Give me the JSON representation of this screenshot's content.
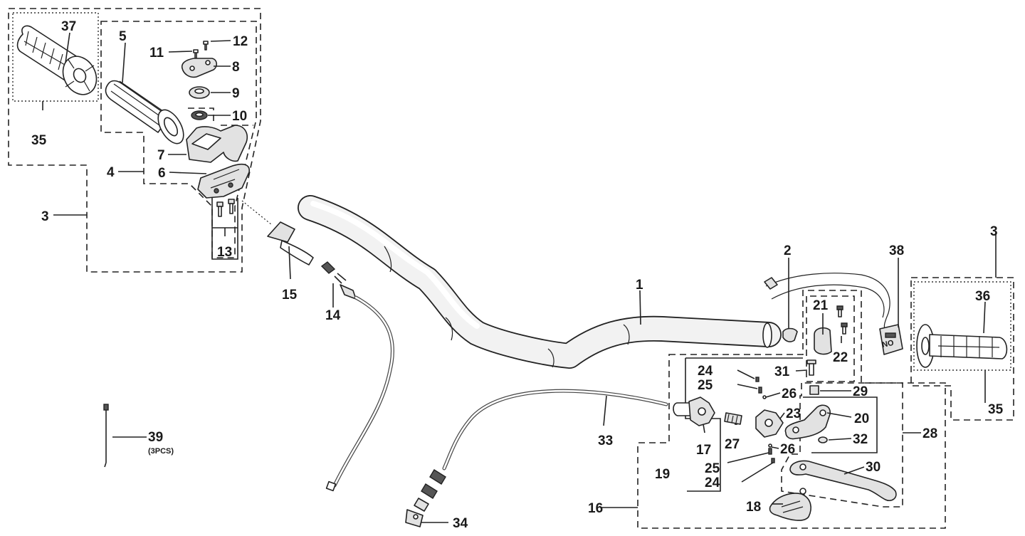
{
  "callouts": [
    {
      "key": "1",
      "text": "1"
    },
    {
      "key": "2",
      "text": "2"
    },
    {
      "key": "3a",
      "text": "3"
    },
    {
      "key": "3b",
      "text": "3"
    },
    {
      "key": "4",
      "text": "4"
    },
    {
      "key": "5",
      "text": "5"
    },
    {
      "key": "6",
      "text": "6"
    },
    {
      "key": "7",
      "text": "7"
    },
    {
      "key": "8",
      "text": "8"
    },
    {
      "key": "9",
      "text": "9"
    },
    {
      "key": "10",
      "text": "10"
    },
    {
      "key": "11",
      "text": "11"
    },
    {
      "key": "12",
      "text": "12"
    },
    {
      "key": "13",
      "text": "13"
    },
    {
      "key": "14",
      "text": "14"
    },
    {
      "key": "15",
      "text": "15"
    },
    {
      "key": "16",
      "text": "16"
    },
    {
      "key": "17",
      "text": "17"
    },
    {
      "key": "18",
      "text": "18"
    },
    {
      "key": "19",
      "text": "19"
    },
    {
      "key": "20",
      "text": "20"
    },
    {
      "key": "21",
      "text": "21"
    },
    {
      "key": "22",
      "text": "22"
    },
    {
      "key": "23",
      "text": "23"
    },
    {
      "key": "24a",
      "text": "24"
    },
    {
      "key": "24b",
      "text": "24"
    },
    {
      "key": "25a",
      "text": "25"
    },
    {
      "key": "25b",
      "text": "25"
    },
    {
      "key": "26a",
      "text": "26"
    },
    {
      "key": "26b",
      "text": "26"
    },
    {
      "key": "27",
      "text": "27"
    },
    {
      "key": "28",
      "text": "28"
    },
    {
      "key": "29",
      "text": "29"
    },
    {
      "key": "30",
      "text": "30"
    },
    {
      "key": "31",
      "text": "31"
    },
    {
      "key": "32",
      "text": "32"
    },
    {
      "key": "33",
      "text": "33"
    },
    {
      "key": "34",
      "text": "34"
    },
    {
      "key": "35a",
      "text": "35"
    },
    {
      "key": "35b",
      "text": "35"
    },
    {
      "key": "36",
      "text": "36"
    },
    {
      "key": "37",
      "text": "37"
    },
    {
      "key": "38",
      "text": "38"
    },
    {
      "key": "39",
      "text": "39"
    }
  ],
  "notes": {
    "qty_39": "(3PCS)"
  },
  "switch_marking": "NO"
}
